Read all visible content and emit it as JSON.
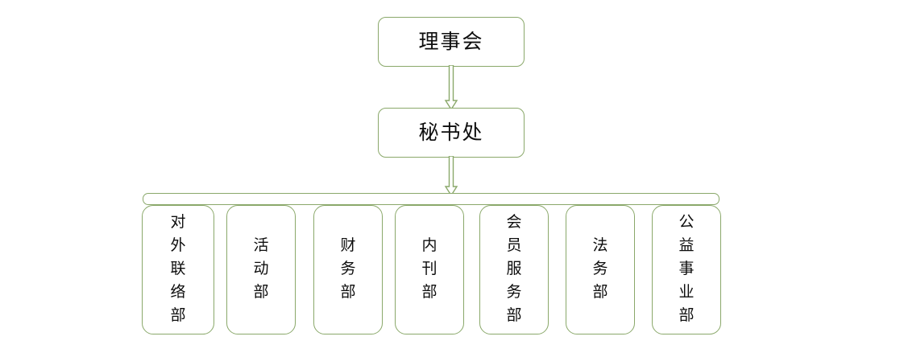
{
  "diagram": {
    "type": "organization-chart",
    "orientation": "top-down",
    "accent_color": "#8aa86a",
    "text_color": "#0d0d0d",
    "background_color": "#ffffff",
    "top_nodes": [
      {
        "id": "board",
        "label": "理事会"
      },
      {
        "id": "secretariat",
        "label": "秘书处"
      }
    ],
    "connectors": [
      {
        "id": "board-to-secretariat",
        "from": "board",
        "to": "secretariat",
        "style": "hollow-block-arrow",
        "direction": "down"
      },
      {
        "id": "secretariat-to-bar",
        "from": "secretariat",
        "to": "dept-bar",
        "style": "hollow-block-arrow",
        "direction": "down"
      }
    ],
    "departments": [
      {
        "id": "external-liaison",
        "label": "对外联络部",
        "chars": [
          "对",
          "外",
          "联",
          "络",
          "部"
        ]
      },
      {
        "id": "activities",
        "label": "活动部",
        "chars": [
          "活",
          "动",
          "部"
        ]
      },
      {
        "id": "finance",
        "label": "财务部",
        "chars": [
          "财",
          "务",
          "部"
        ]
      },
      {
        "id": "internal-publication",
        "label": "内刊部",
        "chars": [
          "内",
          "刊",
          "部"
        ]
      },
      {
        "id": "member-services",
        "label": "会员服务部",
        "chars": [
          "会",
          "员",
          "服",
          "务",
          "部"
        ]
      },
      {
        "id": "legal-affairs",
        "label": "法务部",
        "chars": [
          "法",
          "务",
          "部"
        ]
      },
      {
        "id": "public-welfare",
        "label": "公益事业部",
        "chars": [
          "公",
          "益",
          "事",
          "业",
          "部"
        ]
      }
    ]
  }
}
